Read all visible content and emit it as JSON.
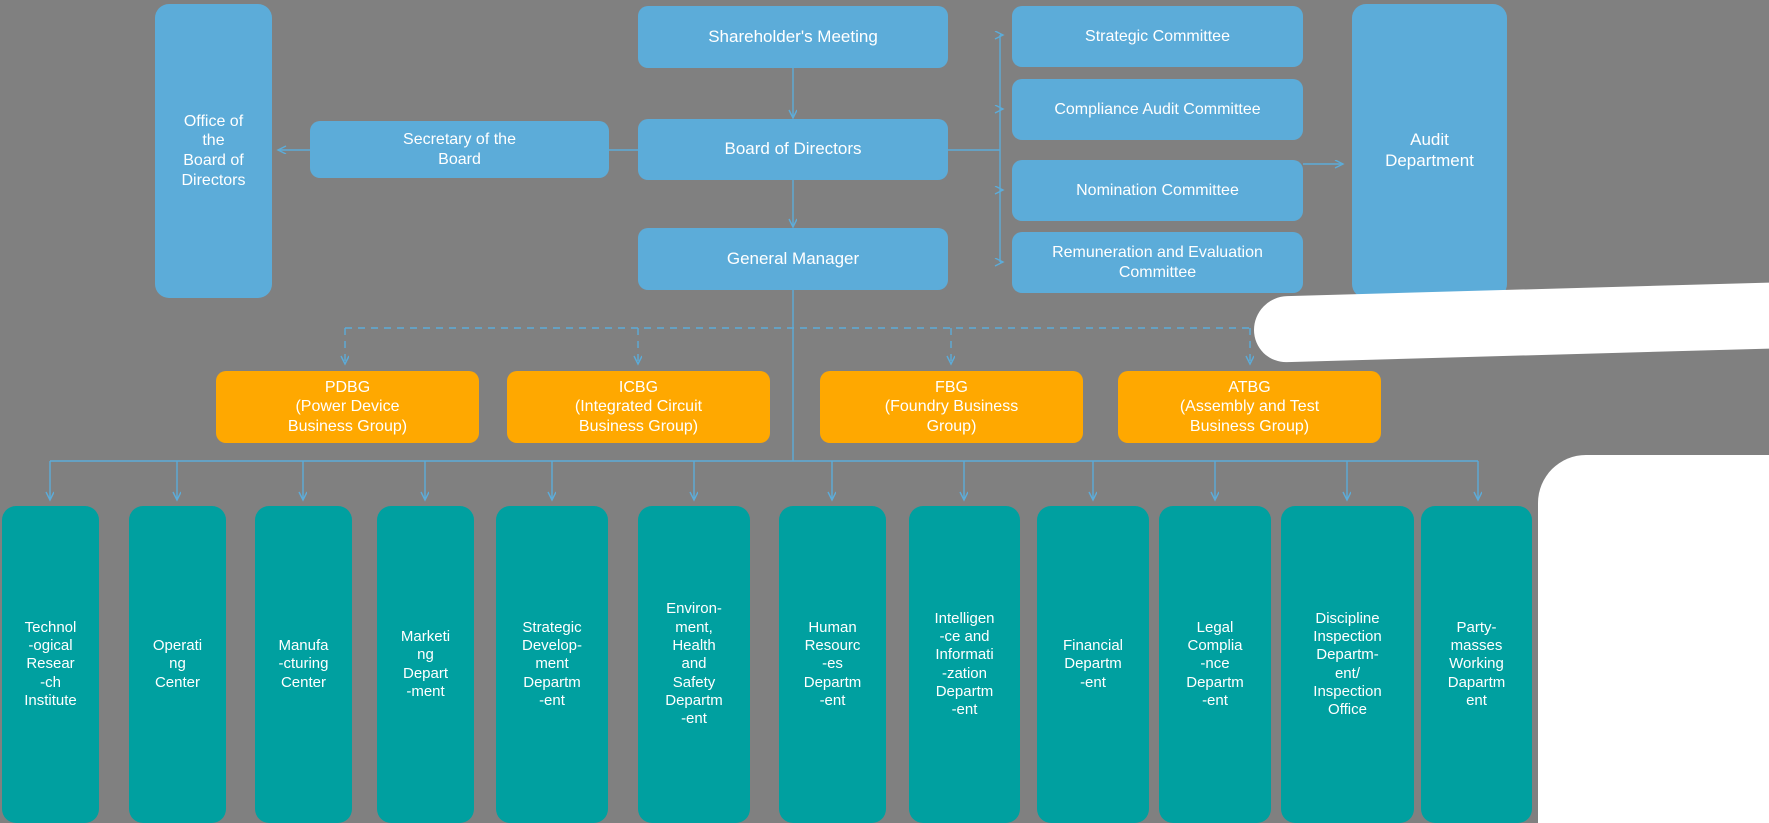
{
  "diagram": {
    "title": "Organizational Structure Chart",
    "background_color": "#808080",
    "colors": {
      "governance": "#5CACD9",
      "business_group": "#FFA800",
      "department": "#00A0A0",
      "connector": "#5CACD9",
      "text": "#FFFFFF",
      "overlay": "#FFFFFF"
    }
  },
  "governance": {
    "shareholders_meeting": "Shareholder's Meeting",
    "board_of_directors": "Board of Directors",
    "general_manager": "General Manager",
    "secretary_of_the_board": "Secretary of the\nBoard",
    "office_of_the_board": "Office of\nthe\nBoard of\nDirectors",
    "audit_department": "Audit\nDepartment"
  },
  "committees": [
    {
      "label": "Strategic Committee"
    },
    {
      "label": "Compliance Audit Committee"
    },
    {
      "label": "Nomination Committee"
    },
    {
      "label": "Remuneration and Evaluation\nCommittee"
    }
  ],
  "business_groups": [
    {
      "abbr": "PDBG",
      "full": "(Power Device\nBusiness Group)",
      "label": "PDBG\n(Power Device\nBusiness Group)"
    },
    {
      "abbr": "ICBG",
      "full": "(Integrated Circuit\nBusiness Group)",
      "label": "ICBG\n(Integrated Circuit\nBusiness Group)"
    },
    {
      "abbr": "FBG",
      "full": "(Foundry Business\nGroup)",
      "label": "FBG\n(Foundry Business\nGroup)"
    },
    {
      "abbr": "ATBG",
      "full": "(Assembly and Test\nBusiness Group)",
      "label": "ATBG\n(Assembly and Test\nBusiness Group)"
    }
  ],
  "departments": [
    {
      "label": "Technol\n-ogical\nResear\n-ch\nInstitute"
    },
    {
      "label": "Operati\nng\nCenter"
    },
    {
      "label": "Manufa\n-cturing\nCenter"
    },
    {
      "label": "Marketi\nng\nDepart\n-ment"
    },
    {
      "label": "Strategic\nDevelop-\nment\nDepartm\n-ent"
    },
    {
      "label": "Environ-\nment,\nHealth\nand\nSafety\nDepartm\n-ent"
    },
    {
      "label": "Human\nResourc\n-es\nDepartm\n-ent"
    },
    {
      "label": "Intelligen\n-ce and\nInformati\n-zation\nDepartm\n-ent"
    },
    {
      "label": "Financial\nDepartm\n-ent"
    },
    {
      "label": "Legal\nComplia\n-nce\nDepartm\n-ent"
    },
    {
      "label": "Discipline\nInspection\nDepartm-\nent/\nInspection\nOffice"
    },
    {
      "label": "Party-\nmasses\nWorking\nDapartm\nent"
    }
  ]
}
